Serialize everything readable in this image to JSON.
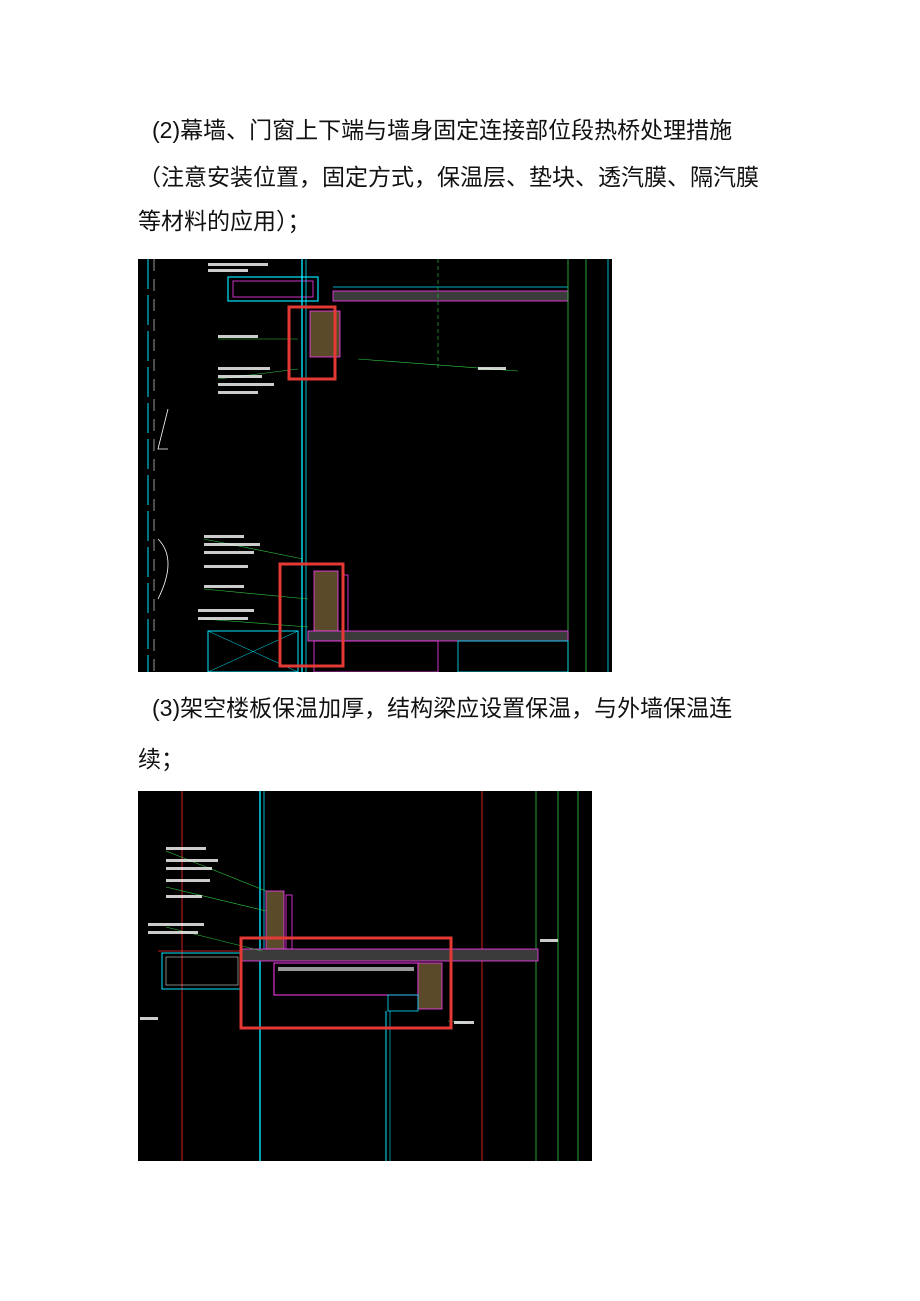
{
  "section2": {
    "heading_num": "(2)",
    "heading_text": "幕墙、门窗上下端与墙身固定连接部位段热桥处理措施",
    "note_line1": "（注意安装位置，固定方式，保温层、垫块、透汽膜、隔汽膜",
    "note_line2": "等材料的应用）；"
  },
  "section3": {
    "heading_num": "(3)",
    "heading_text": "架空楼板保温加厚，结构梁应设置保温，与外墙保温连",
    "heading_cont": "续；"
  },
  "figures": {
    "fig1_name": "curtain-wall-window-joint-detail",
    "fig2_name": "overhead-floor-insulation-detail"
  },
  "colors": {
    "cad_background": "#000000",
    "highlight_box": "#e53935",
    "cad_cyan": "#00e5ff",
    "cad_magenta": "#ff3df5",
    "cad_green": "#2ecc40",
    "cad_red": "#ff2a2a",
    "cad_white": "#ffffff"
  }
}
